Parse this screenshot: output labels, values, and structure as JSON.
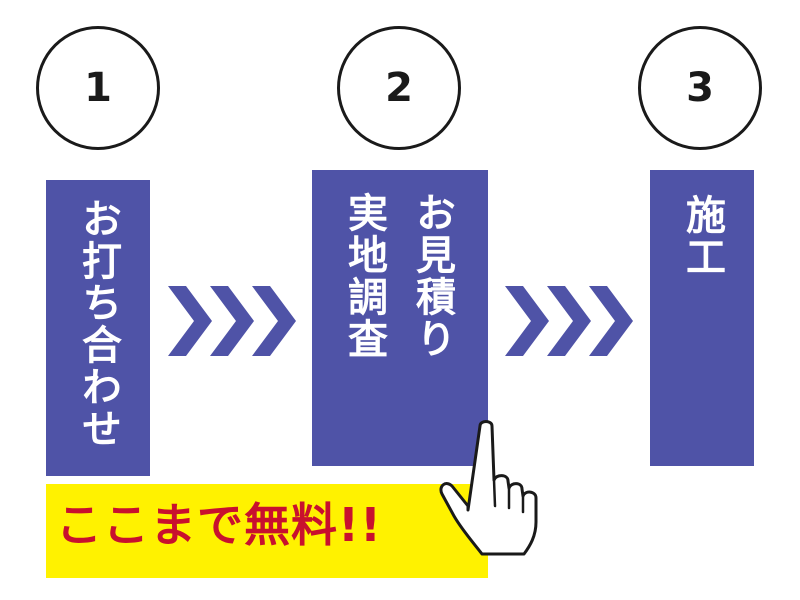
{
  "steps": [
    {
      "number": "1",
      "label": "お打ち合わせ"
    },
    {
      "number": "2",
      "label_line1": "お見積り",
      "label_line2": "実地調査"
    },
    {
      "number": "3",
      "label": "施工"
    }
  ],
  "banner": {
    "text": "ここまで無料!!"
  },
  "colors": {
    "box": "#4f53a7",
    "banner_bg": "#fff200",
    "banner_text": "#c8102e",
    "circle_border": "#1a1a1a"
  },
  "icons": {
    "arrow": "chevron-right-icon",
    "pointer": "pointing-hand-icon"
  }
}
